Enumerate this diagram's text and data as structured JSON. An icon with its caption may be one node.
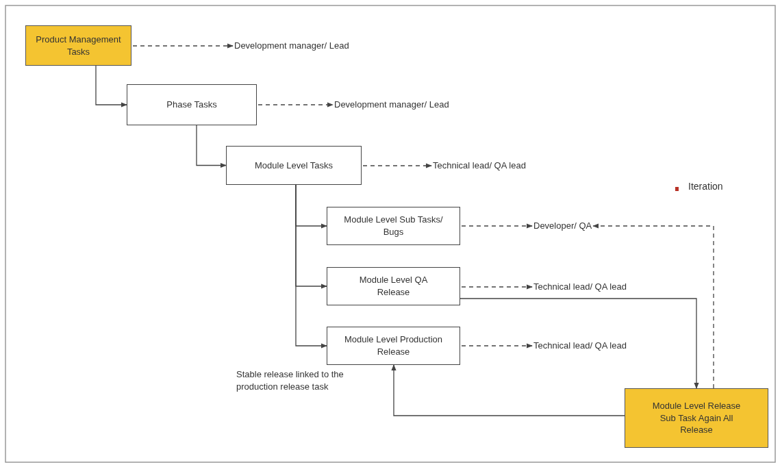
{
  "diagram": {
    "nodes": [
      {
        "text": [
          "Product Management Tasks"
        ]
      },
      {
        "text": [
          "Phase Tasks"
        ]
      },
      {
        "text": [
          "Module Level Tasks"
        ]
      },
      {
        "text": [
          "Module Level Sub Tasks/ Bugs"
        ]
      },
      {
        "text": [
          "Module Level QA Release"
        ]
      },
      {
        "text": [
          "Module Level Production Release"
        ]
      },
      {
        "text": [
          "Module Level Release Sub Task Again All Release"
        ]
      },
      {
        "text": [
          "Development manager/ Lead"
        ]
      },
      {
        "text": [
          "Development manager/ Lead"
        ]
      },
      {
        "text": [
          "Technical lead/ QA lead"
        ]
      },
      {
        "text": [
          "Developer/ QA"
        ]
      },
      {
        "text": [
          "Technical lead/ QA lead"
        ]
      },
      {
        "text": [
          "Technical lead/ QA lead"
        ]
      }
    ],
    "edges": [
      {
        "from": 0,
        "to": 1,
        "arrow": "to"
      },
      {
        "from": 1,
        "to": 2,
        "arrow": "to"
      },
      {
        "from": 2,
        "to": 3,
        "arrow": "to"
      },
      {
        "from": 2,
        "to": 4,
        "arrow": "to"
      },
      {
        "from": 2,
        "to": 5,
        "arrow": "to"
      },
      {
        "from": 0,
        "to": 7,
        "arrow": "to",
        "style": "dashed"
      },
      {
        "from": 1,
        "to": 8,
        "arrow": "to",
        "style": "dashed"
      },
      {
        "from": 2,
        "to": 9,
        "arrow": "to",
        "style": "dashed"
      },
      {
        "from": 3,
        "to": 10,
        "arrow": "to",
        "style": "dashed"
      },
      {
        "from": 4,
        "to": 11,
        "arrow": "to",
        "style": "dashed"
      },
      {
        "from": 5,
        "to": 12,
        "arrow": "to",
        "style": "dashed"
      },
      {
        "from": 4,
        "to": 6,
        "arrow": "to"
      },
      {
        "from": 6,
        "to": 10,
        "arrow": "to",
        "style": "dashed"
      },
      {
        "from": 6,
        "to": 5,
        "arrow": "to"
      }
    ],
    "labels": [
      "Stable release linked to the production release task"
    ],
    "legend": [
      {
        "text": "Iteration",
        "color": "#b83227"
      }
    ]
  }
}
